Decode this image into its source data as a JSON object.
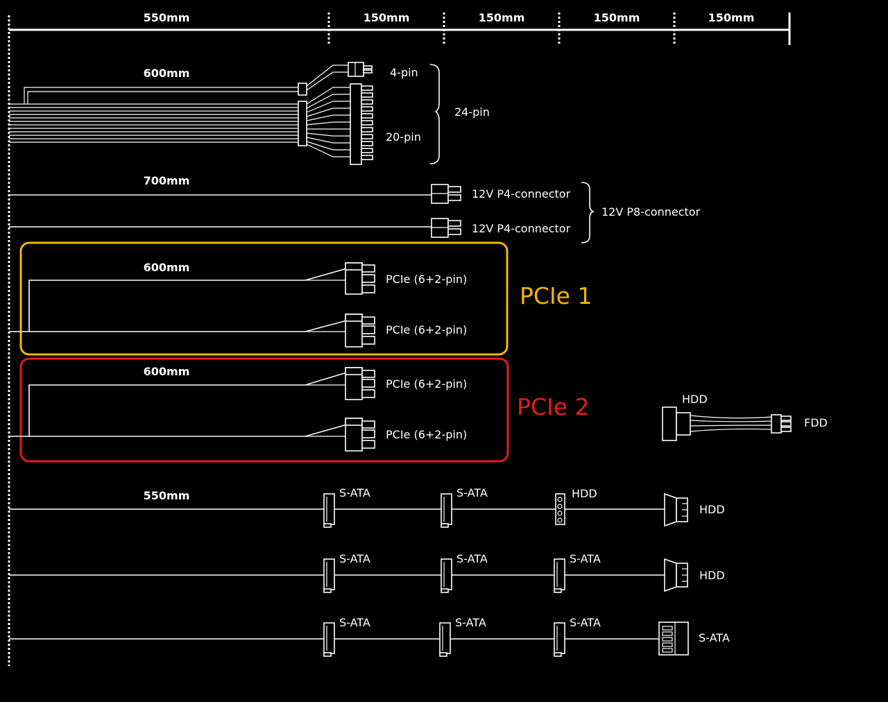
{
  "ruler": {
    "segments": [
      "550mm",
      "150mm",
      "150mm",
      "150mm",
      "150mm"
    ]
  },
  "atx": {
    "length": "600mm",
    "label_4pin": "4-pin",
    "label_20pin": "20-pin",
    "label_24pin": "24-pin"
  },
  "cpu": {
    "length": "700mm",
    "connector_a": "12V P4-connector",
    "connector_b": "12V P4-connector",
    "group_label": "12V P8-connector"
  },
  "pcie1": {
    "length": "600mm",
    "connector_a": "PCIe (6+2-pin)",
    "connector_b": "PCIe (6+2-pin)",
    "highlight_label": "PCIe 1",
    "highlight_color": "#f5b800"
  },
  "pcie2": {
    "length": "600mm",
    "connector_a": "PCIe (6+2-pin)",
    "connector_b": "PCIe (6+2-pin)",
    "highlight_label": "PCIe 2",
    "highlight_color": "#e8191c"
  },
  "floppy_adapter": {
    "hdd_label": "HDD",
    "fdd_label": "FDD"
  },
  "periph1": {
    "length": "550mm",
    "c1": "S-ATA",
    "c2": "S-ATA",
    "c3": "HDD",
    "c4": "HDD"
  },
  "periph2": {
    "c1": "S-ATA",
    "c2": "S-ATA",
    "c3": "S-ATA",
    "c4": "HDD"
  },
  "periph3": {
    "c1": "S-ATA",
    "c2": "S-ATA",
    "c3": "S-ATA",
    "c4": "S-ATA"
  }
}
